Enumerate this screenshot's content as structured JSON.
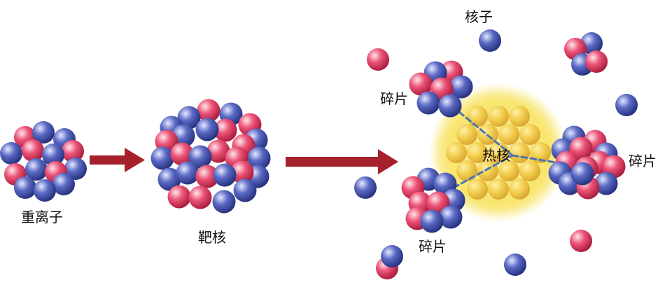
{
  "labels": {
    "heavy_ion": "重离子",
    "target_nucleus": "靶核",
    "nucleon": "核子",
    "fragment_upper": "碎片",
    "fragment_right": "碎片",
    "fragment_lower": "碎片",
    "hot_nucleus": "热核"
  },
  "colors": {
    "arrow": "#a5222c",
    "proton": "#ec5377",
    "neutron": "#5a69c4",
    "hot_nucleus": "#efc43c",
    "glow": "#f6e461",
    "dashed_line": "#4a77b0"
  }
}
